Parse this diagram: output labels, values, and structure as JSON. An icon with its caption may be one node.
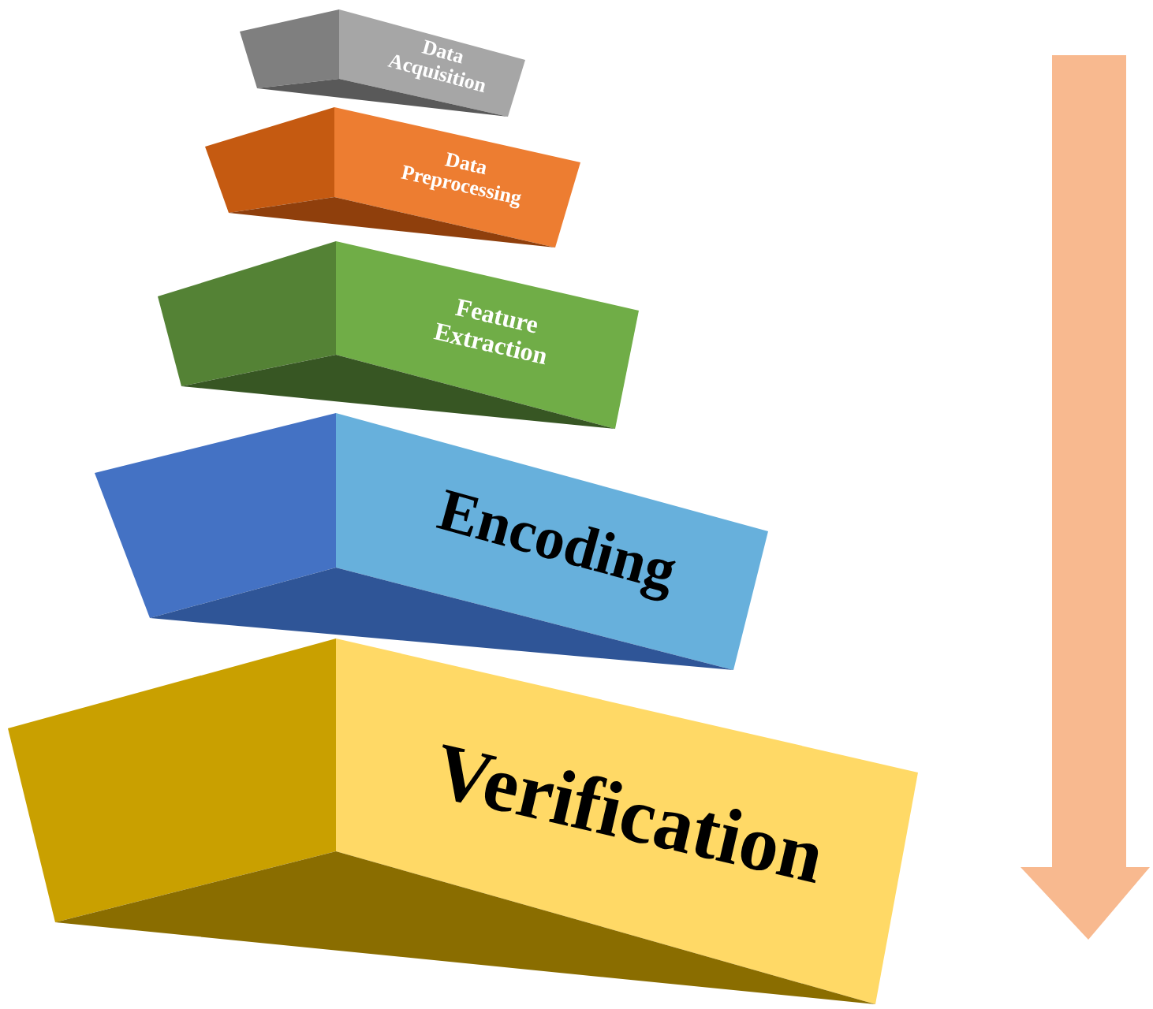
{
  "diagram": {
    "nodes": [
      {
        "text": [
          "Data Acquisition"
        ]
      },
      {
        "text": [
          "Data Preprocessing"
        ]
      },
      {
        "text": [
          "Feature Extraction"
        ]
      },
      {
        "text": [
          "Encoding"
        ]
      },
      {
        "text": [
          "Verification"
        ]
      }
    ]
  }
}
